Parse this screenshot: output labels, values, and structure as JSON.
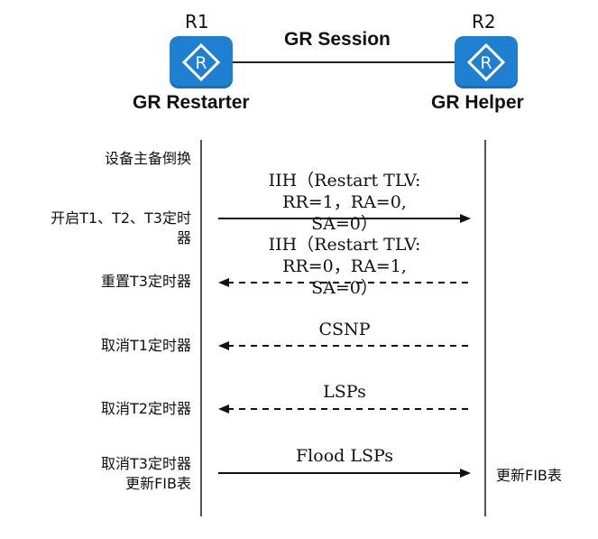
{
  "routers": {
    "r1": {
      "name": "R1",
      "role": "GR Restarter",
      "icon": "router-icon",
      "color": "#1f7fd0"
    },
    "r2": {
      "name": "R2",
      "role": "GR Helper",
      "icon": "router-icon",
      "color": "#1f7fd0"
    }
  },
  "session": {
    "label": "GR Session"
  },
  "left_events": [
    "设备主备倒换",
    "开启T1、T2、T3定时\n器",
    "重置T3定时器",
    "取消T1定时器",
    "取消T2定时器",
    "取消T3定时器\n更新FIB表"
  ],
  "right_events": [
    "更新FIB表"
  ],
  "messages": [
    {
      "label": "IIH（Restart TLV:\nRR=1，RA=0,\nSA=0）",
      "direction": "right",
      "style": "solid"
    },
    {
      "label": "IIH（Restart TLV:\nRR=0，RA=1,\nSA=0）",
      "direction": "left",
      "style": "dashed"
    },
    {
      "label": "CSNP",
      "direction": "left",
      "style": "dashed"
    },
    {
      "label": "LSPs",
      "direction": "left",
      "style": "dashed"
    },
    {
      "label": "Flood LSPs",
      "direction": "right",
      "style": "solid"
    }
  ]
}
